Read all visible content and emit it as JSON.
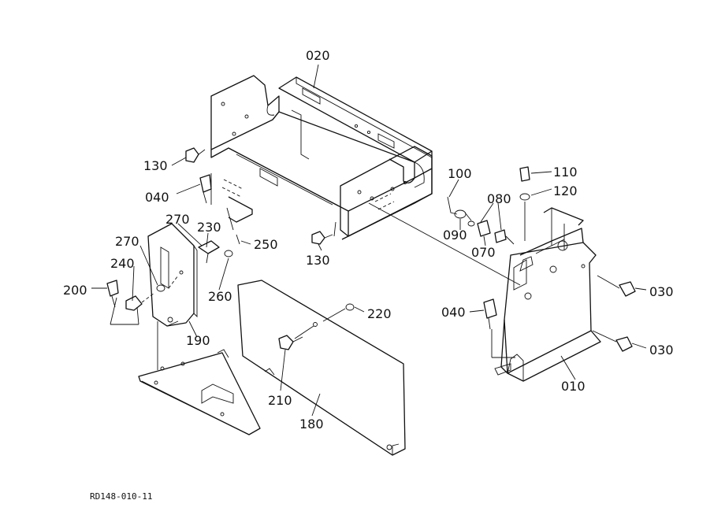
{
  "figure_code": "RD148-010-11",
  "callouts": {
    "c020": "020",
    "c130a": "130",
    "c040a": "040",
    "c270a": "270",
    "c230": "230",
    "c250": "250",
    "c270b": "270",
    "c240": "240",
    "c200": "200",
    "c260": "260",
    "c190": "190",
    "c130b": "130",
    "c220": "220",
    "c210": "210",
    "c180": "180",
    "c100": "100",
    "c110": "110",
    "c120": "120",
    "c080": "080",
    "c090": "090",
    "c070": "070",
    "c030a": "030",
    "c040b": "040",
    "c030b": "030",
    "c010": "010"
  }
}
